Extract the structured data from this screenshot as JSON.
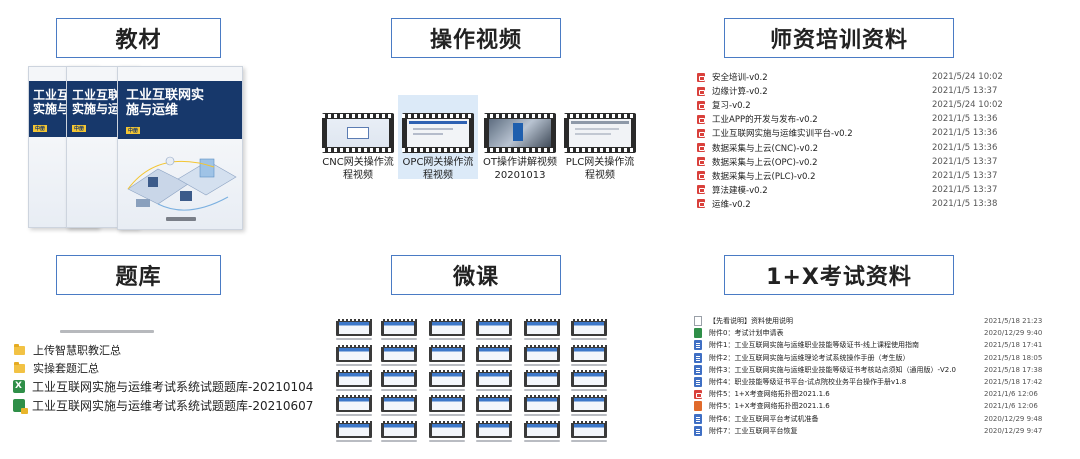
{
  "sections": {
    "textbook": "教材",
    "video": "操作视频",
    "teacher": "师资培训资料",
    "bank": "题库",
    "micro": "微课",
    "exam": "1+X考试资料"
  },
  "books": {
    "title": "工业互联网实施与运维",
    "tag": "中册"
  },
  "videos": [
    {
      "label": "CNC网关操作流程视频",
      "selected": false
    },
    {
      "label": "OPC网关操作流程视频",
      "selected": true
    },
    {
      "label": "OT操作讲解视频20201013",
      "selected": false
    },
    {
      "label": "PLC网关操作流程视频",
      "selected": false
    }
  ],
  "teacher_files": [
    {
      "name": "安全培训-v0.2",
      "date": "2021/5/24 10:02",
      "icon": "pdf-icon"
    },
    {
      "name": "边缘计算-v0.2",
      "date": "2021/1/5 13:37",
      "icon": "pdf-icon"
    },
    {
      "name": "复习-v0.2",
      "date": "2021/5/24 10:02",
      "icon": "pdf-icon"
    },
    {
      "name": "工业APP的开发与发布-v0.2",
      "date": "2021/1/5 13:36",
      "icon": "pdf-icon"
    },
    {
      "name": "工业互联网实施与运维实训平台-v0.2",
      "date": "2021/1/5 13:36",
      "icon": "pdf-icon"
    },
    {
      "name": "数据采集与上云(CNC)-v0.2",
      "date": "2021/1/5 13:36",
      "icon": "pdf-icon"
    },
    {
      "name": "数据采集与上云(OPC)-v0.2",
      "date": "2021/1/5 13:37",
      "icon": "pdf-icon"
    },
    {
      "name": "数据采集与上云(PLC)-v0.2",
      "date": "2021/1/5 13:37",
      "icon": "pdf-icon"
    },
    {
      "name": "算法建模-v0.2",
      "date": "2021/1/5 13:37",
      "icon": "pdf-icon"
    },
    {
      "name": "运维-v0.2",
      "date": "2021/1/5 13:38",
      "icon": "pdf-icon"
    }
  ],
  "bank_items": [
    {
      "name": "上传智慧职教汇总",
      "icon": "folder-icon"
    },
    {
      "name": "实操套题汇总",
      "icon": "folder-icon"
    },
    {
      "name": "工业互联网实施与运维考试系统试题题库-20210104",
      "icon": "excel-icon"
    },
    {
      "name": "工业互联网实施与运维考试系统试题题库-20210607",
      "icon": "excel-locked-icon"
    }
  ],
  "exam_files": [
    {
      "name": "【先看说明】资料使用说明",
      "date": "2021/5/18 21:23",
      "icon": "txt-icon"
    },
    {
      "name": "附件0：考试计划申请表",
      "date": "2020/12/29 9:40",
      "icon": "xls-icon"
    },
    {
      "name": "附件1：工业互联网实施与运维职业技能等级证书-线上课程使用指南",
      "date": "2021/5/18 17:41",
      "icon": "doc-icon"
    },
    {
      "name": "附件2：工业互联网实施与运维理论考试系统操作手册（考生版）",
      "date": "2021/5/18 18:05",
      "icon": "doc-icon"
    },
    {
      "name": "附件3：工业互联网实施与运维职业技能等级证书考核站点须知（通用版）-V2.0",
      "date": "2021/5/18 17:38",
      "icon": "doc-icon"
    },
    {
      "name": "附件4：职业技能等级证书平台-试点院校业务平台操作手册v1.8",
      "date": "2021/5/18 17:42",
      "icon": "doc-icon"
    },
    {
      "name": "附件5：1+X考查网络拓扑图2021.1.6",
      "date": "2021/1/6 12:06",
      "icon": "pdf-icon"
    },
    {
      "name": "附件5：1+X考查网络拓扑图2021.1.6",
      "date": "2021/1/6 12:06",
      "icon": "ppt-icon"
    },
    {
      "name": "附件6：工业互联网平台考试机准备",
      "date": "2020/12/29 9:48",
      "icon": "doc-icon"
    },
    {
      "name": "附件7：工业互联网平台恢复",
      "date": "2020/12/29 9:47",
      "icon": "doc-icon"
    }
  ]
}
